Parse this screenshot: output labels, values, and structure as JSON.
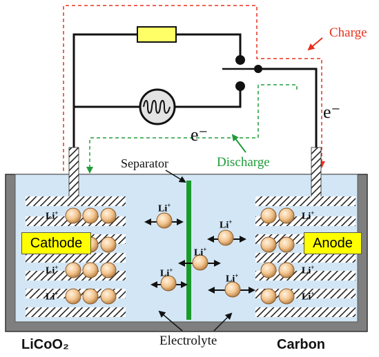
{
  "labels": {
    "charge": "Charge",
    "discharge": "Discharge",
    "separator": "Separator",
    "electrolyte": "Electrolyte",
    "cathode": "Cathode",
    "anode": "Anode",
    "cathode_material": "LiCoO₂",
    "anode_material": "Carbon",
    "electron_right": "e⁻",
    "electron_mid": "e⁻",
    "ion_base": "Li",
    "ion_charge": "+"
  },
  "colors": {
    "charge": "#e8301c",
    "discharge": "#1f9d3a",
    "separator": "#1a9a2a",
    "electrolyte": "#d3e6f5",
    "particle": "#f0c08a",
    "label_box": "#ffff00",
    "wire": "#111111"
  },
  "icons": [
    "resistor-icon",
    "light-bulb-icon",
    "switch-icon"
  ]
}
